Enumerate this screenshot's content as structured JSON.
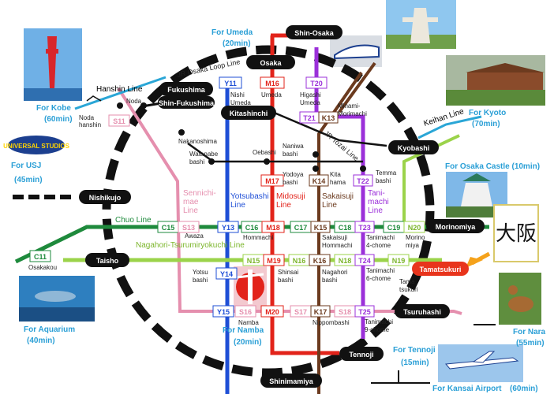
{
  "loop_line_label": "JR Osaka Loop Line",
  "tozai_label": "JR Tozai Line",
  "hubs": {
    "shin_osaka": "Shin-Osaka",
    "osaka": "Osaka",
    "fukushima": "Fukushima",
    "shin_fukushima": "Shin-Fukushima",
    "kitashinchi": "Kitashinchi",
    "kyobashi": "Kyobashi",
    "nishikujo": "Nishikujo",
    "morinomiya": "Morinomiya",
    "taisho": "Taisho",
    "tamatsukuri": "Tamatsukuri",
    "tsuruhashi": "Tsuruhashi",
    "tennoji": "Tennoji",
    "shinimamiya": "Shinimamiya"
  },
  "destinations": {
    "umeda": {
      "l1": "For Umeda",
      "l2": "(20min)"
    },
    "kobe": {
      "l1": "For Kobe",
      "l2": "(60min)"
    },
    "usj": {
      "l1": "For USJ",
      "l2": "(45min)"
    },
    "kyoto": {
      "l1": "For Kyoto",
      "l2": "(70min)"
    },
    "castle": {
      "l1": "For Osaka Castle (10min)"
    },
    "aquarium": {
      "l1": "For Aquarium",
      "l2": "(40min)"
    },
    "namba": {
      "l1": "For Namba",
      "l2": "(20min)"
    },
    "nara": {
      "l1": "For Nara",
      "l2": "(55min)"
    },
    "tennoji": {
      "l1": "For Tennoji",
      "l2": "(15min)"
    },
    "kansai": {
      "l1": "For Kansai Airport",
      "l2": "(60min)"
    }
  },
  "lines": {
    "hanshin": "Hanshin Line",
    "keihan": "Keihan Line",
    "chuo": "Chuo Line",
    "nagahori": "Nagahori-Tsurumiryokuchi Line",
    "sennichimae": [
      "Sennichi-",
      "mae",
      "Line"
    ],
    "yotsubashi": [
      "Yotsubashi",
      "Line"
    ],
    "midosuji": [
      "Midosuji",
      "Line"
    ],
    "sakaisuji": [
      "Sakaisuji",
      "Line"
    ],
    "tanimachi": [
      "Tani-",
      "machi",
      "Line"
    ]
  },
  "codes": {
    "y11": "Y11",
    "m16": "M16",
    "t20": "T20",
    "t21": "T21",
    "k13": "K13",
    "s11": "S11",
    "m17": "M17",
    "k14": "K14",
    "t22": "T22",
    "c15": "C15",
    "s13": "S13",
    "y13": "Y13",
    "c16": "C16",
    "m18": "M18",
    "c17": "C17",
    "k15": "K15",
    "c18": "C18",
    "t23": "T23",
    "c19": "C19",
    "n20": "N20",
    "c11": "C11",
    "n15": "N15",
    "m19": "M19",
    "n16": "N16",
    "k16": "K16",
    "n18": "N18",
    "t24": "T24",
    "n19": "N19",
    "y14": "Y14",
    "y15": "Y15",
    "s16": "S16",
    "m20": "M20",
    "s17": "S17",
    "k17": "K17",
    "s18": "S18",
    "t25": "T25"
  },
  "stations": {
    "nishi_umeda": [
      "Nishi",
      "Umeda"
    ],
    "umeda": "Umeda",
    "higashi_umeda": [
      "Higashi",
      "Umeda"
    ],
    "minami_morimachi": [
      "Minami-",
      "Morimachi"
    ],
    "noda": "Noda",
    "noda_hanshin": [
      "Noda",
      "hanshin"
    ],
    "nakanoshima": "Nakanoshima",
    "watanabebashi": [
      "Watanabe",
      "bashi"
    ],
    "oebashi": "Oebashi",
    "naniwabashi": [
      "Naniwa",
      "bashi"
    ],
    "yodoyabashi": [
      "Yodoya",
      "bashi"
    ],
    "kitahama": [
      "Kita",
      "hama"
    ],
    "temmabashi": [
      "Temma",
      "bashi"
    ],
    "awaza": "Awaza",
    "hommachi": "Hommachi",
    "sakaisuji_hommachi": [
      "Sakaisuji",
      "Hommachi"
    ],
    "tanimachi4": [
      "Tanimachi",
      "4-chome"
    ],
    "morinomiya_st": [
      "Morino",
      "miya"
    ],
    "osakakou": "Osakakou",
    "yotsubashi": [
      "Yotsu",
      "bashi"
    ],
    "shinsaibashi": [
      "Shinsai",
      "bashi"
    ],
    "nagahoribashi": [
      "Nagahori",
      "bashi"
    ],
    "tanimachi6": [
      "Tanimachi",
      "6-chome"
    ],
    "tamatsukuri_st": [
      "Tama",
      "tsukuri"
    ],
    "namba": "Namba",
    "nippombashi": "Nippombashi",
    "tanimachi9": [
      "Tanimachi",
      "9-chome"
    ]
  },
  "signboard": "大阪",
  "colors": {
    "yotsubashi": "#1f4fd6",
    "midosuji": "#e2231a",
    "sakaisuji": "#6b3a1e",
    "tanimachi": "#9b30d9",
    "sennichimae": "#e58fae",
    "chuo": "#1e8a3c",
    "nagahori": "#9bd34a",
    "hanshin": "#2aa6d6",
    "keihan": "#2aa6d6",
    "loop": "#111111",
    "hub_bg": "#111111",
    "highlight_hub": "#e8341c",
    "arrow": "#f5a21b"
  }
}
